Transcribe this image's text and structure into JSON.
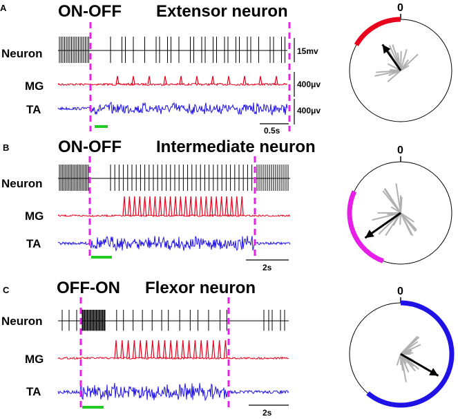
{
  "panels": [
    {
      "letter": "A",
      "pattern": "ON-OFF",
      "neuron_type": "Extensor neuron",
      "rows": [
        "Neuron",
        "MG",
        "TA"
      ],
      "scale_bars": {
        "neuron": "15mv",
        "mg": "400μv",
        "ta": "400μv",
        "time": "0.5s"
      },
      "arc_color": "#e8001c",
      "arc_from_deg": -60,
      "arc_to_deg": 0,
      "arrow_angle_deg": -35,
      "arrow_length": 0.62,
      "zero_label": "0"
    },
    {
      "letter": "B",
      "pattern": "ON-OFF",
      "neuron_type": "Intermediate neuron",
      "rows": [
        "Neuron",
        "MG",
        "TA"
      ],
      "scale_bars": {
        "time": "2s"
      },
      "arc_color": "#e61ee6",
      "arc_from_deg": -160,
      "arc_to_deg": -65,
      "arrow_angle_deg": -125,
      "arrow_length": 0.85,
      "zero_label": "0"
    },
    {
      "letter": "C",
      "pattern": "OFF-ON",
      "neuron_type": "Flexor neuron",
      "rows": [
        "Neuron",
        "MG",
        "TA"
      ],
      "scale_bars": {
        "time": "2s"
      },
      "arc_color": "#1f12e6",
      "arc_from_deg": 0,
      "arc_to_deg": 220,
      "arrow_angle_deg": 120,
      "arrow_length": 0.85,
      "zero_label": "0"
    }
  ],
  "colors": {
    "neuron": "#000000",
    "mg": "#e8001c",
    "ta": "#1f12e6",
    "stim": "#22cc22",
    "marker": "#e61ee6",
    "rose": "#b0b0b0"
  }
}
